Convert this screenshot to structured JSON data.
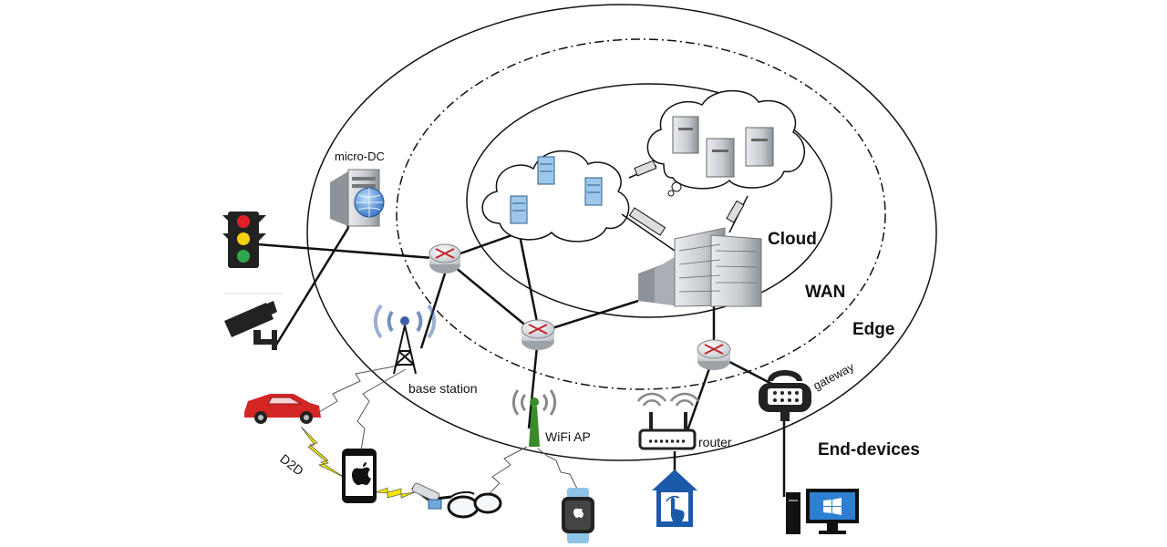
{
  "zones": {
    "cloud": "Cloud",
    "wan": "WAN",
    "edge": "Edge",
    "end_devices": "End-devices"
  },
  "labels": {
    "micro_dc": "micro-DC",
    "base_station": "base station",
    "wifi_ap": "WiFi AP",
    "router": "router",
    "gateway": "gateway",
    "d2d": "D2D"
  },
  "colors": {
    "line": "#111111",
    "lightning": "#f2e600",
    "car": "#d42525",
    "house": "#1a5aa8",
    "signal": "#3a5fa8",
    "wifi_antenna": "#3a8a2a",
    "server_gray": "#9aa0a6"
  },
  "icons": [
    "traffic-light-icon",
    "cctv-camera-icon",
    "car-icon",
    "smartphone-icon",
    "smart-glasses-icon",
    "smartwatch-icon",
    "smart-home-icon",
    "desktop-computer-icon",
    "server-icon",
    "router-icon",
    "gateway-icon",
    "wifi-router-icon",
    "cell-tower-icon",
    "wifi-antenna-icon"
  ]
}
